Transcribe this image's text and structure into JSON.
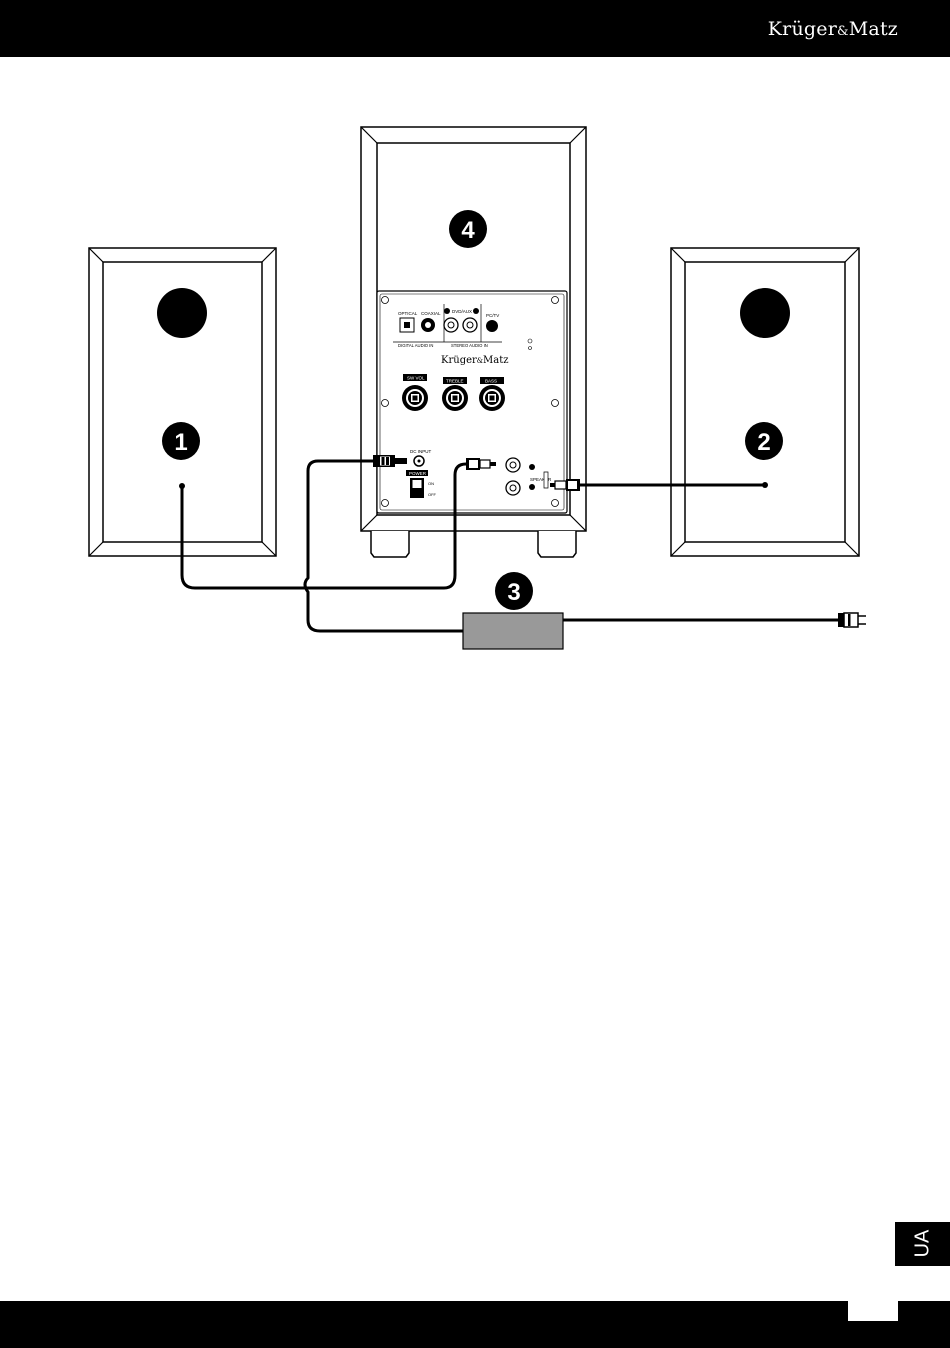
{
  "header": {
    "brand_main": "Krüger",
    "brand_amp": "&",
    "brand_tail": "Matz"
  },
  "badges": {
    "left_speaker": "1",
    "right_speaker": "2",
    "adapter": "3",
    "subwoofer": "4"
  },
  "panel": {
    "optical": "OPTICAL",
    "coaxial": "COAXIAL",
    "digital_audio_in": "DIGITAL AUDIO IN",
    "dvd_aux": "DVD/AUX",
    "pc_tv": "PC/TV",
    "stereo_audio_in": "STEREO AUDIO IN",
    "brand_main": "Krüger",
    "brand_amp": "&",
    "brand_tail": "Matz",
    "sw_vol": "SW VOL",
    "treble": "TREBLE",
    "bass": "BASS",
    "dc_input": "DC INPUT",
    "power": "POWER",
    "on": "ON",
    "off": "OFF",
    "speaker": "SPEAKER"
  },
  "language_tab": "UA",
  "colors": {
    "bar": "#000000",
    "adapter": "#999999",
    "page": "#ffffff"
  }
}
